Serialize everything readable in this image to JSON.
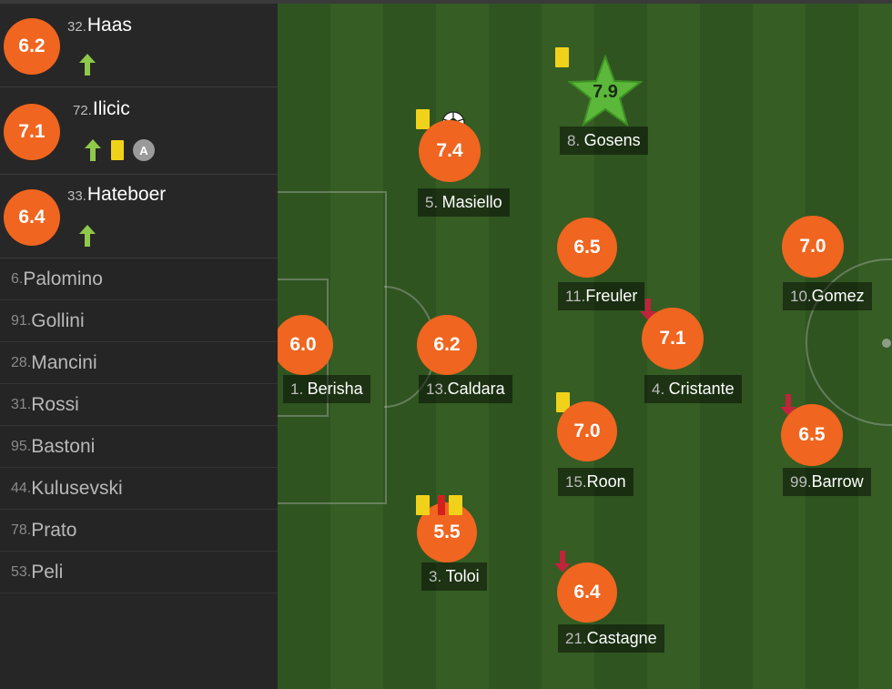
{
  "substitutes": [
    {
      "number": "32.",
      "name": "Haas",
      "rating": "6.2"
    },
    {
      "number": "72.",
      "name": "Ilicic",
      "rating": "7.1",
      "captain_label": "A"
    },
    {
      "number": "33.",
      "name": "Hateboer",
      "rating": "6.4"
    }
  ],
  "bench": [
    {
      "number": "6.",
      "name": "Palomino"
    },
    {
      "number": "91.",
      "name": "Gollini"
    },
    {
      "number": "28.",
      "name": "Mancini"
    },
    {
      "number": "31.",
      "name": "Rossi"
    },
    {
      "number": "95.",
      "name": "Bastoni"
    },
    {
      "number": "44.",
      "name": "Kulusevski"
    },
    {
      "number": "78.",
      "name": "Prato"
    },
    {
      "number": "53.",
      "name": "Peli"
    }
  ],
  "players": {
    "berisha": {
      "number": "1.",
      "name": "Berisha",
      "rating": "6.0"
    },
    "caldara": {
      "number": "13.",
      "name": "Caldara",
      "rating": "6.2"
    },
    "masiello": {
      "number": "5.",
      "name": "Masiello",
      "rating": "7.4"
    },
    "toloi": {
      "number": "3.",
      "name": "Toloi",
      "rating": "5.5"
    },
    "gosens": {
      "number": "8.",
      "name": "Gosens",
      "rating": "7.9"
    },
    "freuler": {
      "number": "11.",
      "name": "Freuler",
      "rating": "6.5"
    },
    "roon": {
      "number": "15.",
      "name": "Roon",
      "rating": "7.0"
    },
    "castagne": {
      "number": "21.",
      "name": "Castagne",
      "rating": "6.4"
    },
    "cristante": {
      "number": "4.",
      "name": "Cristante",
      "rating": "7.1"
    },
    "gomez": {
      "number": "10.",
      "name": "Gomez",
      "rating": "7.0"
    },
    "barrow": {
      "number": "99.",
      "name": "Barrow",
      "rating": "6.5"
    }
  },
  "colors": {
    "rating_badge": "#f0651f",
    "top_rating_star": "#5bb83a",
    "sub_in_arrow": "#8fc84a",
    "sub_out_arrow": "#c0243a",
    "yellow_card": "#f1d21a",
    "red_card": "#d41f1f"
  }
}
